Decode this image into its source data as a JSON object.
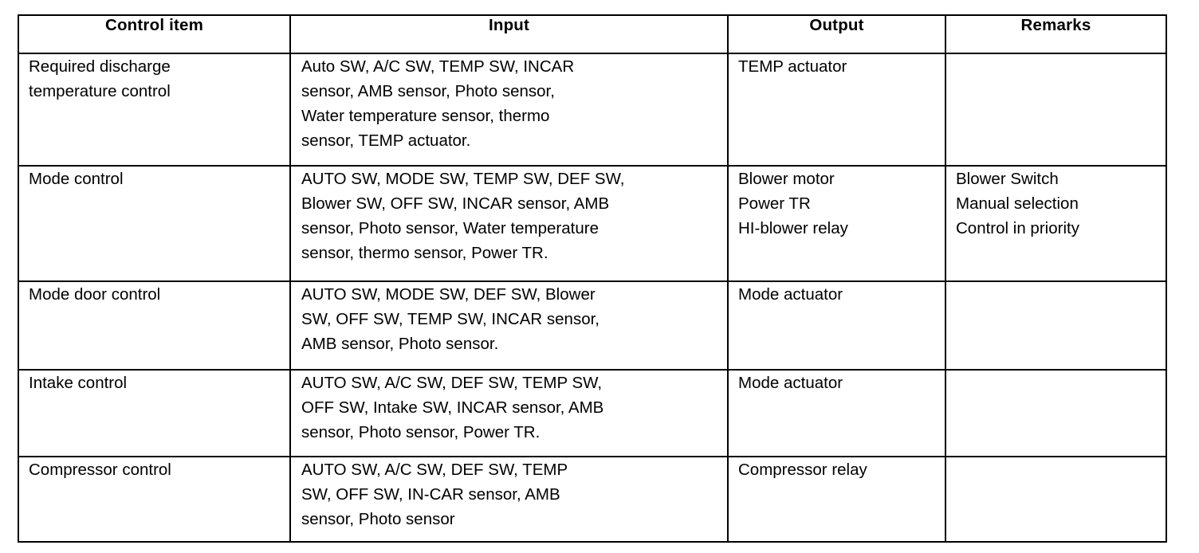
{
  "table": {
    "headers": [
      "Control item",
      "Input",
      "Output",
      "Remarks"
    ],
    "rows": [
      {
        "control_item": "Required discharge\ntemperature control",
        "input": "Auto SW, A/C SW, TEMP SW, INCAR\nsensor, AMB sensor, Photo sensor,\nWater temperature sensor, thermo\nsensor, TEMP actuator.",
        "output": "TEMP actuator",
        "remarks": ""
      },
      {
        "control_item": "Mode control",
        "input": "AUTO SW, MODE SW, TEMP SW, DEF SW,\nBlower SW, OFF SW, INCAR sensor, AMB\nsensor, Photo sensor, Water temperature\nsensor, thermo sensor, Power TR.",
        "output": "Blower motor\nPower TR\nHI-blower relay",
        "remarks": "Blower Switch\nManual selection\nControl in priority"
      },
      {
        "control_item": "Mode door control",
        "input": "AUTO SW, MODE SW, DEF SW, Blower\nSW, OFF SW, TEMP SW, INCAR sensor,\nAMB sensor, Photo sensor.",
        "output": "Mode actuator",
        "remarks": ""
      },
      {
        "control_item": "Intake control",
        "input": "AUTO SW, A/C SW, DEF SW, TEMP SW,\nOFF SW, Intake SW, INCAR sensor, AMB\nsensor, Photo sensor, Power TR.",
        "output": "Mode actuator",
        "remarks": ""
      },
      {
        "control_item": "Compressor control",
        "input": "AUTO SW, A/C SW, DEF SW, TEMP\nSW, OFF SW, IN-CAR sensor, AMB\nsensor, Photo sensor",
        "output": "Compressor relay",
        "remarks": ""
      }
    ]
  },
  "colors": {
    "background": "#ffffff",
    "text": "#000000",
    "border": "#000000"
  }
}
